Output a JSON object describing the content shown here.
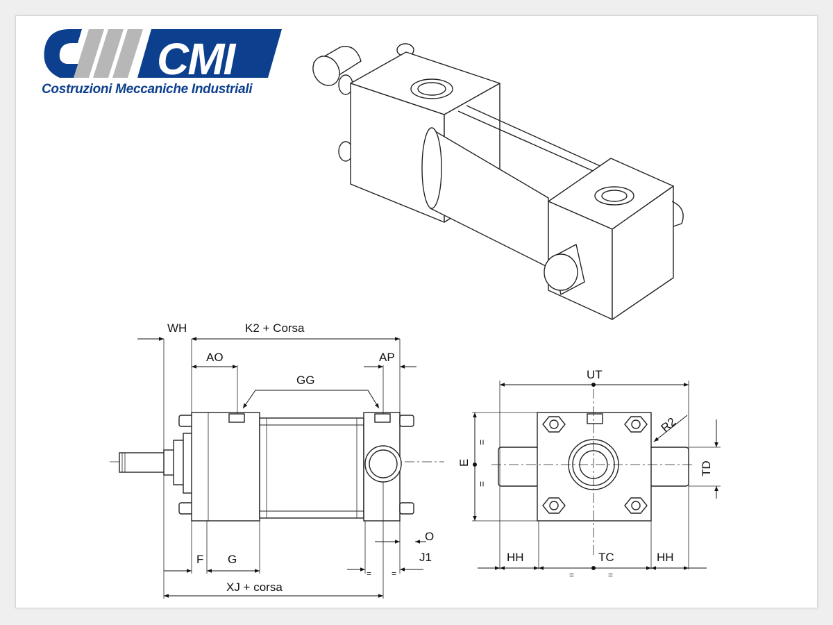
{
  "logo": {
    "brand": "CMI",
    "tagline": "Costruzioni Meccaniche Industriali",
    "colors": {
      "blue": "#0c3f8d",
      "gray": "#b7b7b7"
    }
  },
  "side_view": {
    "dims": {
      "wh": "WH",
      "k2": "K2 + Corsa",
      "ao": "AO",
      "ap": "AP",
      "gg": "GG",
      "f": "F",
      "g": "G",
      "o": "O",
      "j1": "J1",
      "xj": "XJ  +  corsa",
      "eq_a": "=",
      "eq_b": "="
    }
  },
  "end_view": {
    "dims": {
      "ut": "UT",
      "r2": "R2",
      "e": "E",
      "td": "TD",
      "hh_left": "HH",
      "tc": "TC",
      "hh_right": "HH",
      "eq_top": "=",
      "eq_bottom": "=",
      "eq_left": "=",
      "eq_right": "="
    }
  }
}
